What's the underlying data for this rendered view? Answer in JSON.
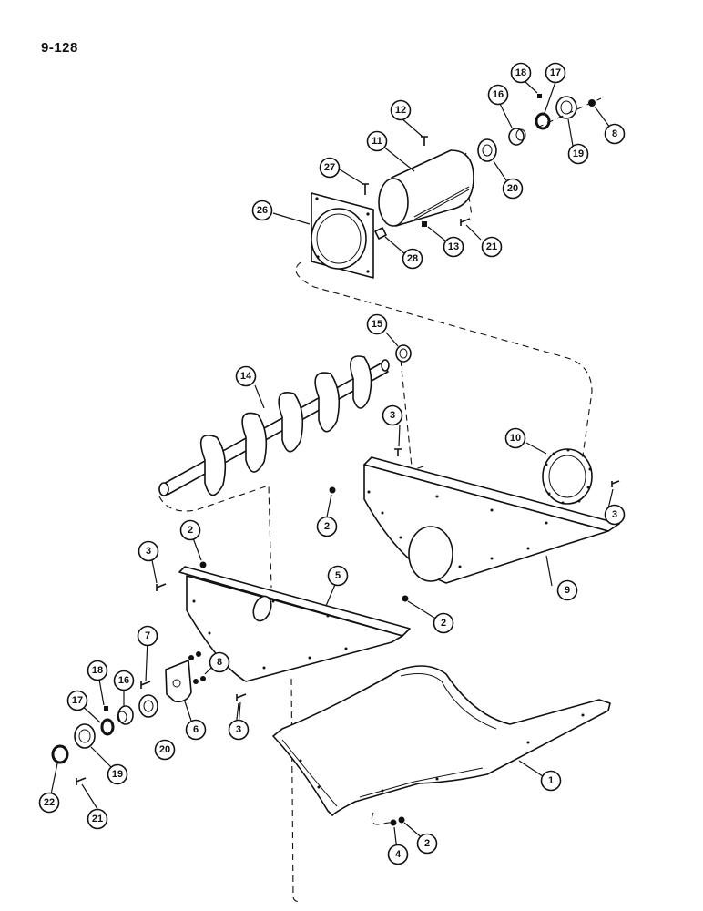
{
  "page": {
    "label": "9-128"
  },
  "callouts": {
    "c1": "1",
    "c2a": "2",
    "c2b": "2",
    "c2c": "2",
    "c2d": "2",
    "c3a": "3",
    "c3b": "3",
    "c3c": "3",
    "c3d": "3",
    "c4": "4",
    "c5": "5",
    "c6": "6",
    "c7": "7",
    "c8a": "8",
    "c8b": "8",
    "c9": "9",
    "c10": "10",
    "c11": "11",
    "c12": "12",
    "c13": "13",
    "c14": "14",
    "c15": "15",
    "c16a": "16",
    "c16b": "16",
    "c17a": "17",
    "c17b": "17",
    "c18a": "18",
    "c18b": "18",
    "c19a": "19",
    "c19b": "19",
    "c20a": "20",
    "c20b": "20",
    "c21a": "21",
    "c21b": "21",
    "c22": "22",
    "c26": "26",
    "c27": "27",
    "c28": "28"
  },
  "icons": [
    "auger-flighting",
    "tube",
    "flange",
    "panel",
    "trough",
    "bearing",
    "washer",
    "bolt",
    "nut"
  ]
}
